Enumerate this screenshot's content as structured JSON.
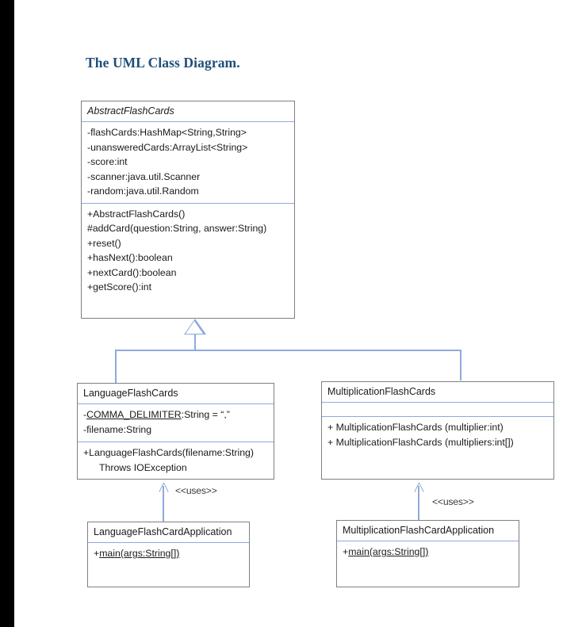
{
  "document": {
    "title": "The UML Class Diagram.",
    "title_color": "#1f4e79"
  },
  "diagram": {
    "type": "uml-class-diagram",
    "line_color": "#8eaadb",
    "box_border_color": "#808080",
    "classes": [
      {
        "id": "abstract-flash-cards",
        "name": "AbstractFlashCards",
        "is_abstract": true,
        "attributes": [
          "-flashCards:HashMap<String,String>",
          "-unansweredCards:ArrayList<String>",
          "-score:int",
          "-scanner:java.util.Scanner",
          "-random:java.util.Random"
        ],
        "methods": [
          "+AbstractFlashCards()",
          "#addCard(question:String, answer:String)",
          "+reset()",
          "+hasNext():boolean",
          "+nextCard():boolean",
          "+getScore():int"
        ]
      },
      {
        "id": "language-flash-cards",
        "name": "LanguageFlashCards",
        "is_abstract": false,
        "attributes_static_prefix": "-",
        "attribute_static_name": "COMMA_DELIMITER",
        "attribute_static_suffix": ":String = “,”",
        "attributes": [
          "-COMMA_DELIMITER:String = “,”",
          "-filename:String"
        ],
        "attribute_plain": "-filename:String",
        "methods": [
          "+LanguageFlashCards(filename:String)",
          "Throws IOException"
        ],
        "method_line_1": "+LanguageFlashCards(filename:String)",
        "method_line_2": "Throws IOException"
      },
      {
        "id": "multiplication-flash-cards",
        "name": "MultiplicationFlashCards",
        "is_abstract": false,
        "attributes": [],
        "methods": [
          "+ MultiplicationFlashCards (multiplier:int)",
          "+ MultiplicationFlashCards (multipliers:int[])"
        ],
        "method_line_1": "+ MultiplicationFlashCards (multiplier:int)",
        "method_line_2": "+ MultiplicationFlashCards (multipliers:int[])"
      },
      {
        "id": "language-flash-card-application",
        "name": "LanguageFlashCardApplication",
        "is_abstract": false,
        "attributes": [],
        "methods": [
          "+main(args:String[])"
        ],
        "method_static_prefix": "+",
        "method_static_name": "main(args:String[])"
      },
      {
        "id": "multiplication-flash-card-application",
        "name": "MultiplicationFlashCardApplication",
        "is_abstract": false,
        "attributes": [],
        "methods": [
          "+main(args:String[])"
        ],
        "method_static_prefix": "+",
        "method_static_name": "main(args:String[])"
      }
    ],
    "relationships": [
      {
        "id": "generalization",
        "kind": "generalization",
        "from": [
          "LanguageFlashCards",
          "MultiplicationFlashCards"
        ],
        "to": "AbstractFlashCards",
        "label": ""
      },
      {
        "id": "uses-language",
        "kind": "dependency",
        "from": "LanguageFlashCardApplication",
        "to": "LanguageFlashCards",
        "label": "<<uses>>"
      },
      {
        "id": "uses-multiplication",
        "kind": "dependency",
        "from": "MultiplicationFlashCardApplication",
        "to": "MultiplicationFlashCards",
        "label": "<<uses>>"
      }
    ]
  }
}
